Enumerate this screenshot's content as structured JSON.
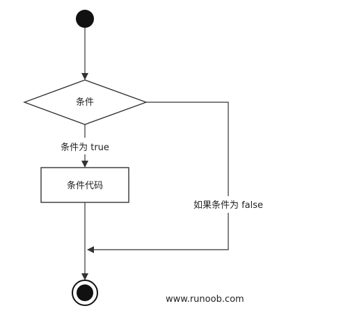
{
  "diagram": {
    "decision_label": "条件",
    "true_branch_label": "条件为 true",
    "action_label": "条件代码",
    "false_branch_label": "如果条件为 false",
    "watermark": "www.runoob.com",
    "colors": {
      "stroke": "#333333",
      "text": "#222222",
      "background": "#ffffff"
    }
  }
}
